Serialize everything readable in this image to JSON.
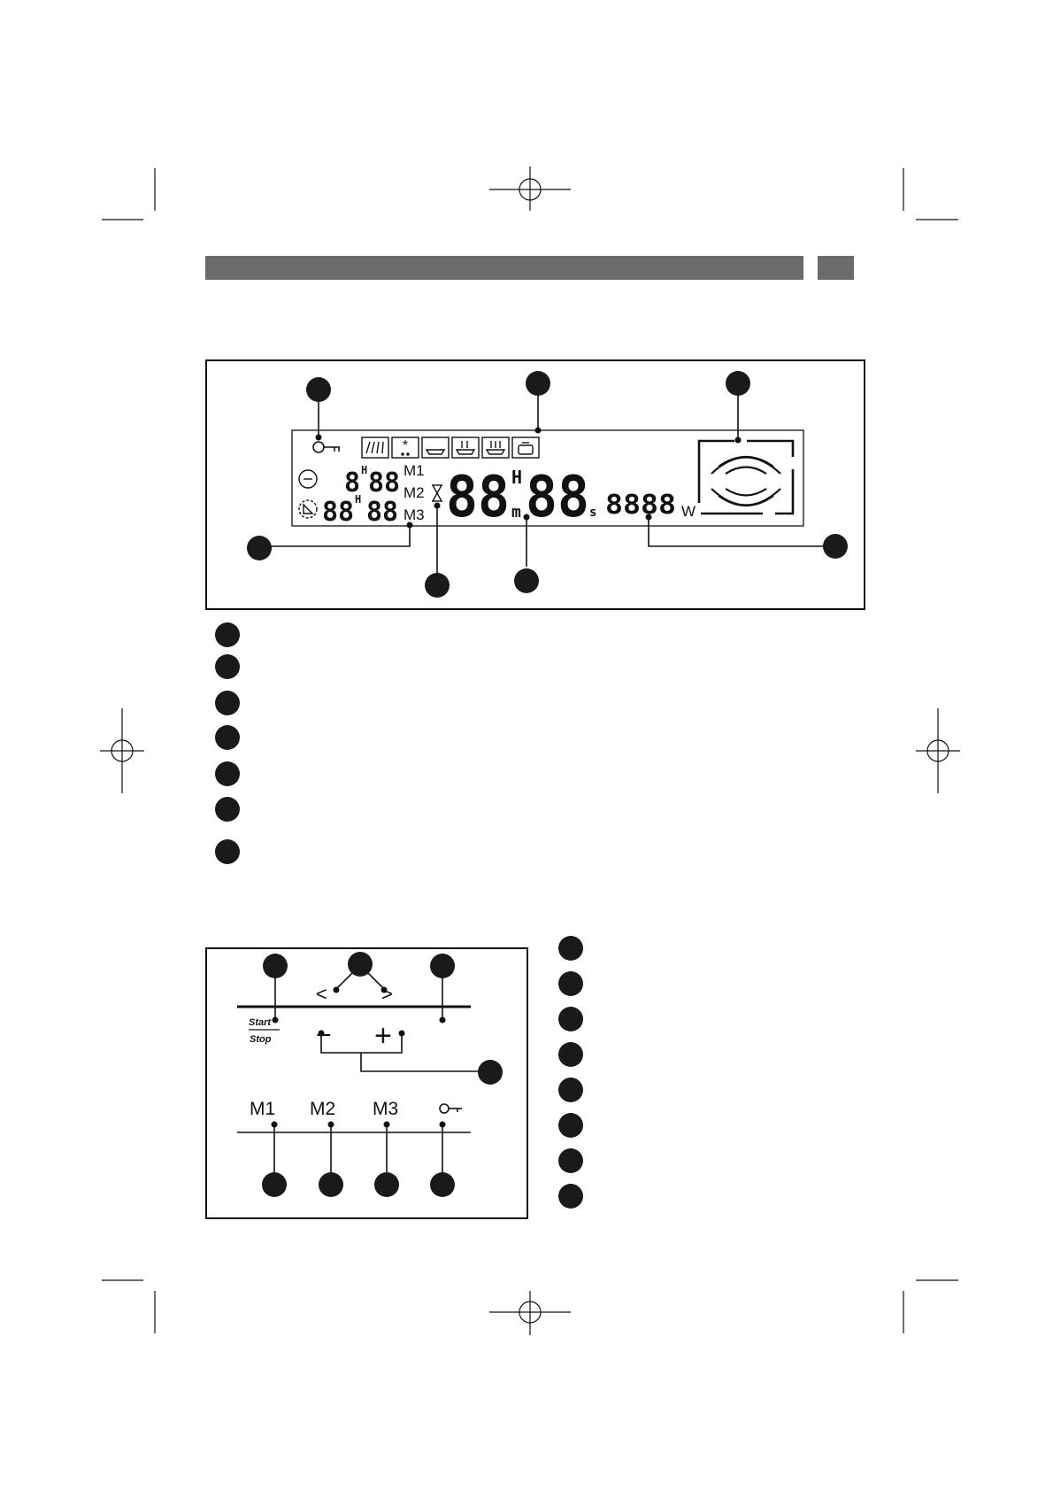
{
  "colors": {
    "header_bar": "#6b6b6b",
    "ink": "#111111",
    "callout_dot": "#1a1a1a"
  },
  "display": {
    "icon_names": [
      "key-icon",
      "minute-timer-icon",
      "cooking-duration-icon",
      "hourglass-icon",
      "grill-icon",
      "defrost-icon",
      "dish-icon",
      "steam-low-icon",
      "steam-high-icon",
      "pot-icon",
      "microwave-waves-icon"
    ],
    "small_clock_1": "8",
    "small_clock_1_h": "H",
    "small_clock_1_min": "88",
    "small_clock_2": "88",
    "small_clock_2_h": "H",
    "small_clock_2_min": "88",
    "memory_1": "M1",
    "memory_2": "M2",
    "memory_3": "M3",
    "big_hours": "88",
    "big_h": "H",
    "big_m": "m",
    "big_minutes": "88",
    "big_s": "s",
    "power_value": "8888",
    "power_unit": "W"
  },
  "keypad": {
    "start_label": "Start",
    "stop_label": "Stop",
    "left_arrow": "<",
    "right_arrow": ">",
    "minus": "−",
    "plus": "+",
    "m1": "M1",
    "m2": "M2",
    "m3": "M3",
    "icon_names": [
      "key-icon"
    ]
  }
}
